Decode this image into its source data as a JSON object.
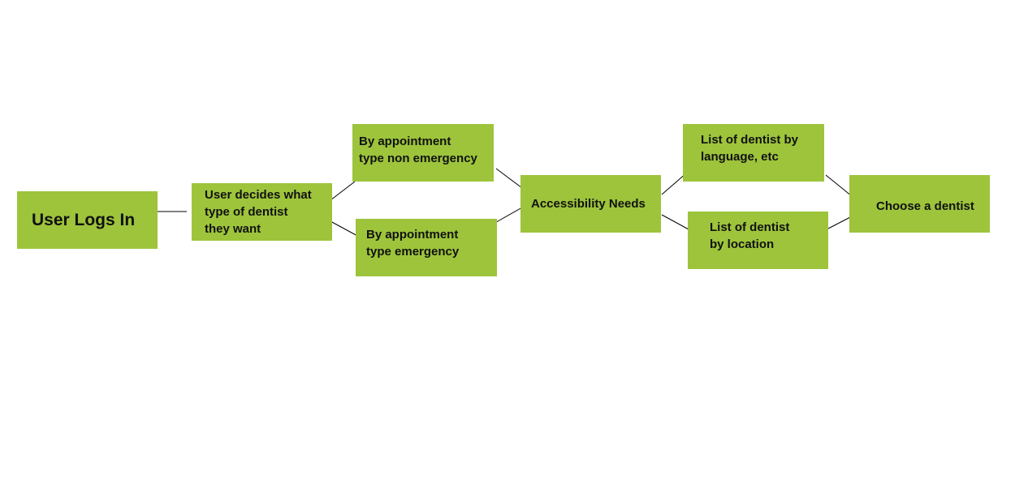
{
  "diagram": {
    "nodes": {
      "start": {
        "label": "User Logs In"
      },
      "decide": {
        "label": "User decides what\ntype of dentist\nthey want"
      },
      "non_emergency": {
        "label": "By appointment\ntype non emergency"
      },
      "emergency": {
        "label": "By appointment\ntype emergency"
      },
      "accessibility": {
        "label": "Accessibility Needs"
      },
      "by_language": {
        "label": "List of dentist by\nlanguage, etc"
      },
      "by_location": {
        "label": "List of dentist\nby location"
      },
      "choose": {
        "label": "Choose a dentist"
      }
    },
    "edges": [
      {
        "from": "start",
        "to": "decide"
      },
      {
        "from": "decide",
        "to": "non_emergency"
      },
      {
        "from": "decide",
        "to": "emergency"
      },
      {
        "from": "non_emergency",
        "to": "accessibility"
      },
      {
        "from": "emergency",
        "to": "accessibility"
      },
      {
        "from": "accessibility",
        "to": "by_language"
      },
      {
        "from": "accessibility",
        "to": "by_location"
      },
      {
        "from": "by_language",
        "to": "choose"
      },
      {
        "from": "by_location",
        "to": "choose"
      }
    ],
    "colors": {
      "node_fill": "#9dc43b",
      "node_text": "#111111",
      "connector": "#000000",
      "background": "#ffffff"
    }
  }
}
